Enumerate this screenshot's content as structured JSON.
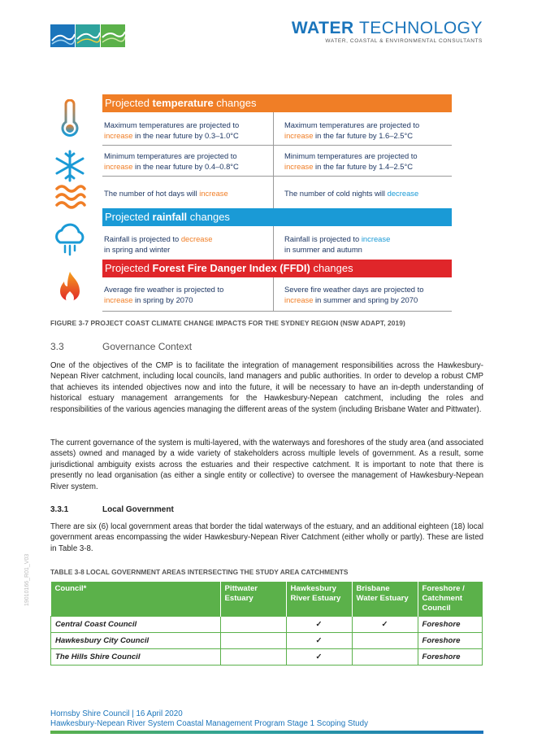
{
  "header": {
    "brand_title_1": "WATER",
    "brand_title_2": "TECHNOLOGY",
    "brand_subtitle": "WATER, COASTAL & ENVIRONMENTAL CONSULTANTS"
  },
  "climate_figure": {
    "temperature_band": {
      "prefix": "Projected ",
      "bold": "temperature",
      "suffix": " changes",
      "color": "#f07e26"
    },
    "rainfall_band": {
      "prefix": "Projected ",
      "bold": "rainfall",
      "suffix": " changes",
      "color": "#1a9ad6"
    },
    "ffdi_band": {
      "prefix": "Projected ",
      "bold": "Forest Fire Danger Index (FFDI)",
      "suffix": " changes",
      "color": "#e0262a"
    },
    "rows": {
      "max_near": {
        "a": "Maximum temperatures are projected to",
        "hl": "increase",
        "b": " in the near future by 0.3–1.0°C"
      },
      "max_far": {
        "a": "Maximum temperatures are projected to",
        "hl": "increase",
        "b": " in the far future by 1.6–2.5°C"
      },
      "min_near": {
        "a": "Minimum temperatures are projected to",
        "hl": "increase",
        "b": " in the near future by 0.4–0.8°C"
      },
      "min_far": {
        "a": "Minimum temperatures are projected to",
        "hl": "increase",
        "b": " in the far future by 1.4–2.5°C"
      },
      "hot_days": {
        "a": "The number of hot days will ",
        "hl": "increase"
      },
      "cold_nights": {
        "a": "The number of cold nights will ",
        "hl": "decrease"
      },
      "rain_spring": {
        "a": "Rainfall is projected to ",
        "hl": "decrease",
        "b": "in spring and winter"
      },
      "rain_summer": {
        "a": "Rainfall is projected to ",
        "hl": "increase",
        "b": "in summer and autumn"
      },
      "fire_avg": {
        "a": "Average fire weather is projected to",
        "hl": "increase",
        "b": " in spring by 2070"
      },
      "fire_severe": {
        "a": "Severe fire weather days are projected to",
        "hl": "increase",
        "b": " in summer and spring by 2070"
      }
    },
    "icons": [
      "thermometer-icon",
      "snowflake-icon",
      "heat-waves-icon",
      "rain-cloud-icon",
      "fire-icon"
    ],
    "caption": "FIGURE 3-7   PROJECT COAST CLIMATE CHANGE IMPACTS FOR THE SYDNEY REGION (NSW ADAPT, 2019)"
  },
  "section": {
    "number": "3.3",
    "title": "Governance Context",
    "para1": "One of the objectives of the CMP is to facilitate the integration of management responsibilities across the Hawkesbury-Nepean River catchment, including local councils, land managers and public authorities. In order to develop a robust CMP that achieves its intended objectives now and into the future, it will be necessary to have an in-depth understanding of historical estuary management arrangements for the Hawkesbury-Nepean catchment, including the roles and responsibilities of the various agencies managing the different areas of the system (including Brisbane Water and Pittwater).",
    "para2": "The current governance of the system is multi-layered, with the waterways and foreshores of the study area (and associated assets) owned and managed by a wide variety of stakeholders across multiple levels of government. As a result, some jurisdictional ambiguity exists across the estuaries and their respective catchment. It is important to note that there is presently no lead organisation (as either a single entity or collective) to oversee the management of Hawkesbury-Nepean River system."
  },
  "subsection": {
    "number": "3.3.1",
    "title": "Local Government",
    "para": "There are six (6) local government areas that border the tidal waterways of the estuary, and an additional eighteen (18) local government areas encompassing the wider Hawkesbury-Nepean River Catchment (either wholly or partly). These are listed in Table 3-8."
  },
  "table": {
    "caption": "TABLE 3-8    LOCAL GOVERNMENT AREAS INTERSECTING THE STUDY AREA CATCHMENTS",
    "headers": [
      "Council*",
      "Pittwater Estuary",
      "Hawkesbury River Estuary",
      "Brisbane Water Estuary",
      "Foreshore / Catchment Council"
    ],
    "rows": [
      {
        "council": "Central Coast Council",
        "pittwater": "",
        "hawkesbury": "✓",
        "brisbane": "✓",
        "type": "Foreshore"
      },
      {
        "council": "Hawkesbury City Council",
        "pittwater": "",
        "hawkesbury": "✓",
        "brisbane": "",
        "type": "Foreshore"
      },
      {
        "council": "The Hills Shire Council",
        "pittwater": "",
        "hawkesbury": "✓",
        "brisbane": "",
        "type": "Foreshore"
      }
    ],
    "header_color": "#5bb14a"
  },
  "side_id": "19010166_R01_V03",
  "footer": {
    "line1": "Hornsby Shire Council | 16 April 2020",
    "line2": "Hawkesbury-Nepean River System Coastal Management Program Stage 1 Scoping Study"
  }
}
